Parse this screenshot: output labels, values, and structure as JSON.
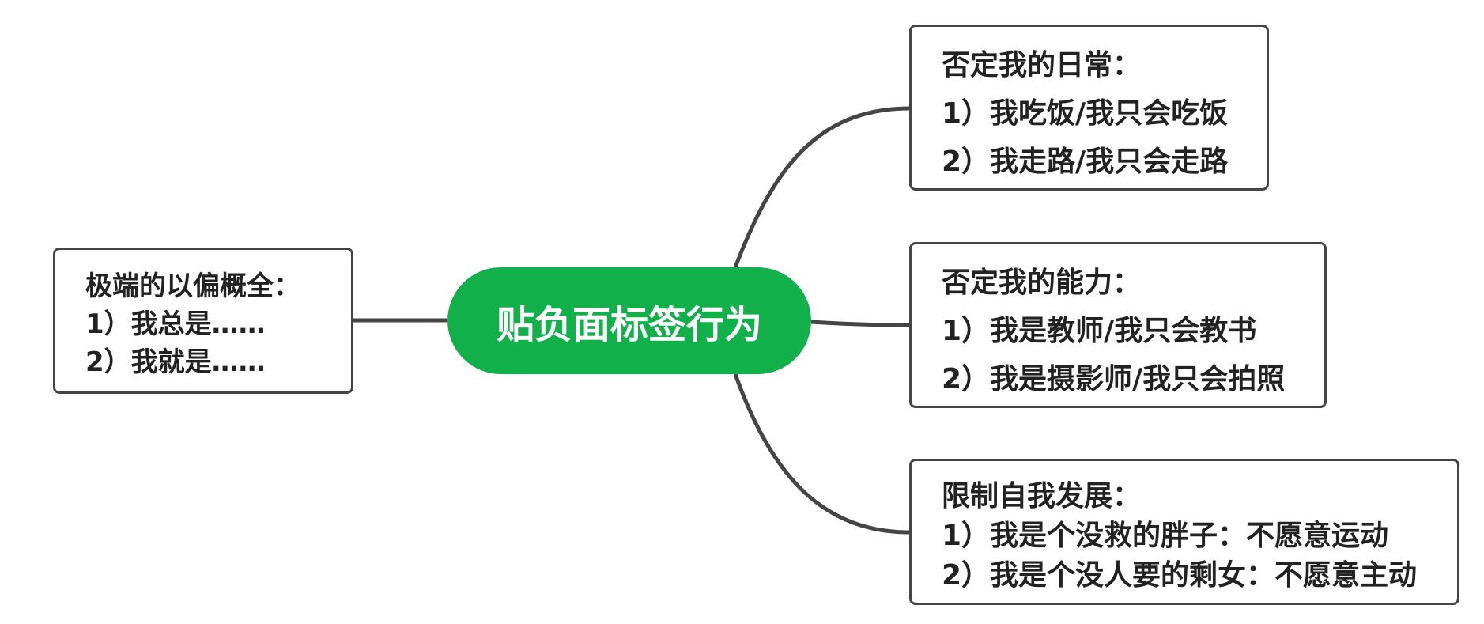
{
  "colors": {
    "central_fill": "#11b04b",
    "central_text": "#ffffff",
    "node_border": "#454545",
    "connector": "#454545",
    "node_text": "#222222"
  },
  "central": {
    "title": "贴负面标签行为"
  },
  "left_node": {
    "lines": [
      "极端的以偏概全：",
      "1）我总是……",
      "2）我就是……"
    ]
  },
  "right_nodes": [
    {
      "lines": [
        "否定我的日常：",
        "1）我吃饭/我只会吃饭",
        "2）我走路/我只会走路"
      ]
    },
    {
      "lines": [
        "否定我的能力：",
        "1）我是教师/我只会教书",
        "2）我是摄影师/我只会拍照"
      ]
    },
    {
      "lines": [
        "限制自我发展：",
        "1）我是个没救的胖子：不愿意运动",
        "2）我是个没人要的剩女：不愿意主动"
      ]
    }
  ]
}
